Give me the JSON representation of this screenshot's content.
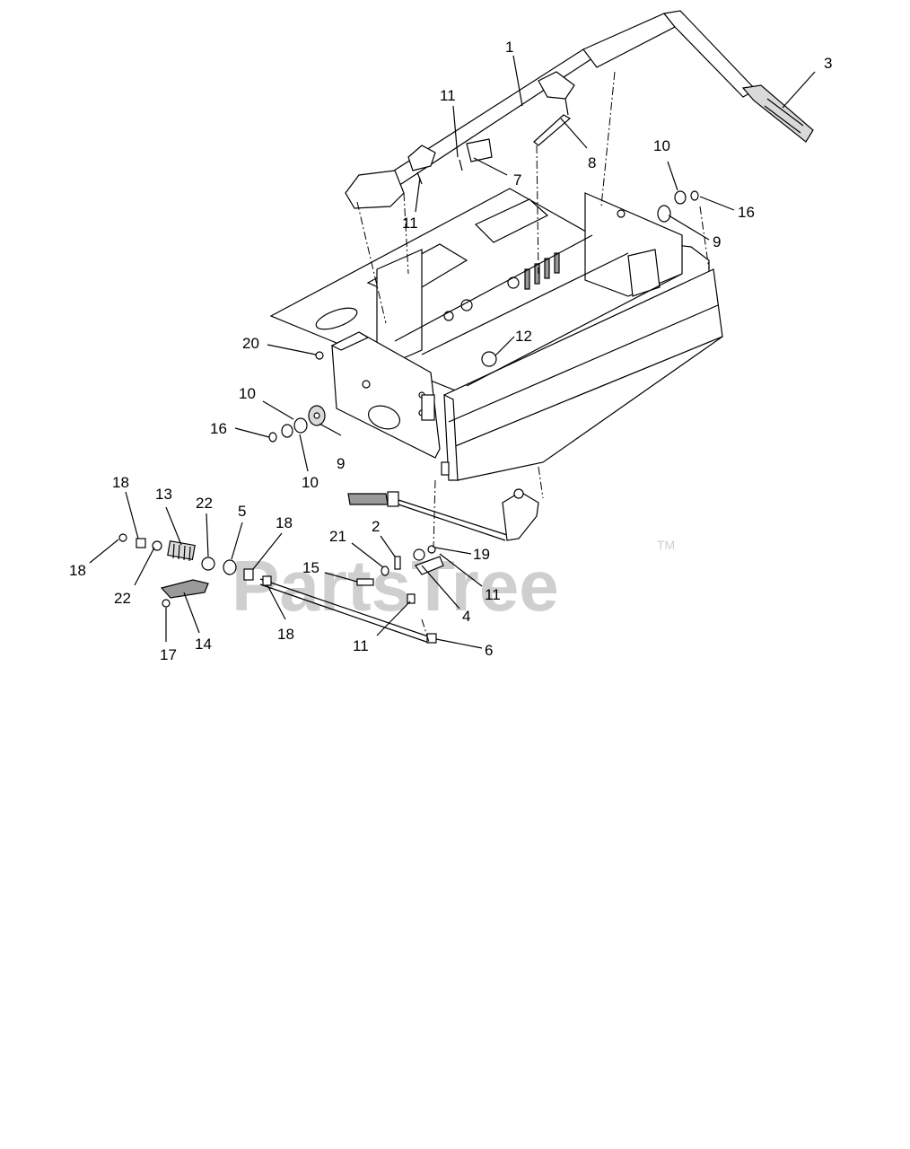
{
  "watermark": {
    "text": "PartsTree",
    "tm": "TM"
  },
  "callouts": [
    {
      "id": "c1",
      "label": "1"
    },
    {
      "id": "c3",
      "label": "3"
    },
    {
      "id": "c11a",
      "label": "11"
    },
    {
      "id": "c7",
      "label": "7"
    },
    {
      "id": "c8",
      "label": "8"
    },
    {
      "id": "c11b",
      "label": "11"
    },
    {
      "id": "c10a",
      "label": "10"
    },
    {
      "id": "c16a",
      "label": "16"
    },
    {
      "id": "c9a",
      "label": "9"
    },
    {
      "id": "c12",
      "label": "12"
    },
    {
      "id": "c20",
      "label": "20"
    },
    {
      "id": "c10b",
      "label": "10"
    },
    {
      "id": "c16b",
      "label": "16"
    },
    {
      "id": "c10c",
      "label": "10"
    },
    {
      "id": "c9b",
      "label": "9"
    },
    {
      "id": "c18a",
      "label": "18"
    },
    {
      "id": "c13",
      "label": "13"
    },
    {
      "id": "c22a",
      "label": "22"
    },
    {
      "id": "c5",
      "label": "5"
    },
    {
      "id": "c18b",
      "label": "18"
    },
    {
      "id": "c18c",
      "label": "18"
    },
    {
      "id": "c22b",
      "label": "22"
    },
    {
      "id": "c14",
      "label": "14"
    },
    {
      "id": "c17",
      "label": "17"
    },
    {
      "id": "c18d",
      "label": "18"
    },
    {
      "id": "c2",
      "label": "2"
    },
    {
      "id": "c21",
      "label": "21"
    },
    {
      "id": "c19",
      "label": "19"
    },
    {
      "id": "c15",
      "label": "15"
    },
    {
      "id": "c11c",
      "label": "11"
    },
    {
      "id": "c4",
      "label": "4"
    },
    {
      "id": "c11d",
      "label": "11"
    },
    {
      "id": "c6",
      "label": "6"
    }
  ]
}
